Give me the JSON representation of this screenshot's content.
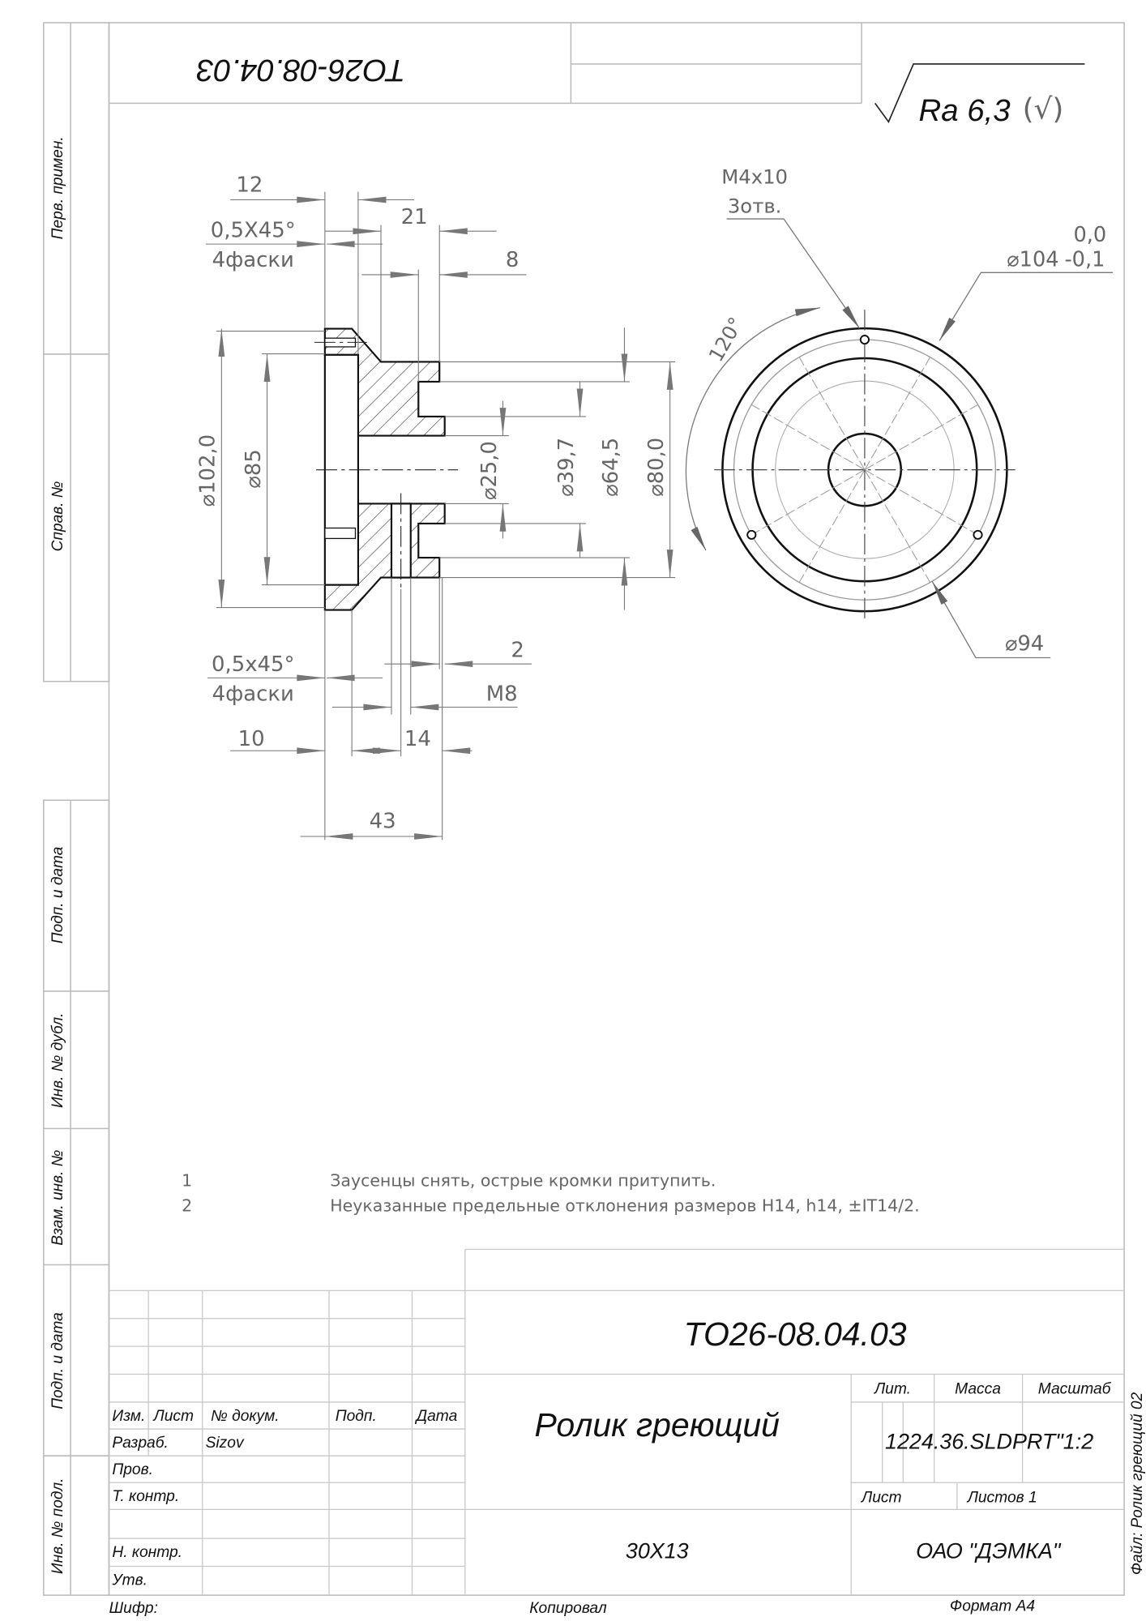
{
  "sheet": {
    "stamp_code_rotated": "TO26-08.04.03",
    "roughness": {
      "main": "Ra 6,3",
      "other": "(√)"
    },
    "side_labels": [
      "Перв. примен.",
      "Справ. №",
      "Подп. и дата",
      "Инв. № дубл.",
      "Взам. инв. №",
      "Подп. и дата",
      "Инв. № подл."
    ],
    "file_label": "Файл: Ролик греющий 02"
  },
  "section_view": {
    "dims": {
      "d12": "12",
      "d21": "21",
      "chamfer_top": "0,5X45°",
      "chamfer_top_count": "4фаски",
      "d8": "8",
      "dia102": "⌀102,0",
      "dia85": "⌀85",
      "dia25": "⌀25,0",
      "dia39": "⌀39,7",
      "dia64": "⌀64,5",
      "dia80": "⌀80,0",
      "d2": "2",
      "chamfer_bottom": "0,5x45°",
      "chamfer_bottom_count": "4фаски",
      "m8": "M8",
      "d10": "10",
      "d14": "14",
      "d43": "43"
    }
  },
  "end_view": {
    "holes_label": "M4x10",
    "holes_count": "3отв.",
    "angle": "120°",
    "outer_dia": "⌀104",
    "tol_upper": "0,0",
    "tol_lower": "-0,1",
    "bolt_circle": "⌀94"
  },
  "notes": [
    {
      "num": "1",
      "text": "Заусенцы снять, острые кромки притупить."
    },
    {
      "num": "2",
      "text": "Неуказанные предельные отклонения размеров H14, h14, ±IT14/2."
    }
  ],
  "title_block": {
    "designation": "TO26-08.04.03",
    "part_name": "Ролик греющий",
    "material": "30X13",
    "company": "ОАО \"ДЭМКА\"",
    "headers": {
      "izm": "Изм.",
      "list": "Лист",
      "doc": "№ докум.",
      "sign": "Подп.",
      "date": "Дата"
    },
    "roles": {
      "razrab": "Разраб.",
      "prov": "Пров.",
      "tkontr": "Т. контр.",
      "nkontr": "Н. контр.",
      "utv": "Утв."
    },
    "developer": "Sizov",
    "lit": "Лит.",
    "mass": "Масса",
    "scale": "Масштаб",
    "mass_scale_value": "1224.36.SLDPRT\"1:2",
    "sheet": "Лист",
    "sheets": "Листов 1",
    "cipher": "Шифр:",
    "copied": "Копировал",
    "format": "Формат A4"
  }
}
